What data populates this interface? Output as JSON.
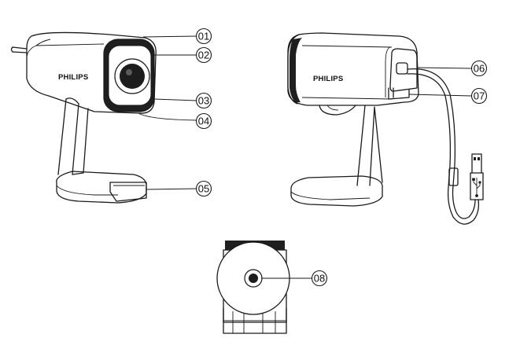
{
  "brand_text": "PHILIPS",
  "callouts": [
    {
      "id": "c01",
      "label": "01"
    },
    {
      "id": "c02",
      "label": "02"
    },
    {
      "id": "c03",
      "label": "03"
    },
    {
      "id": "c04",
      "label": "04"
    },
    {
      "id": "c05",
      "label": "05"
    },
    {
      "id": "c06",
      "label": "06"
    },
    {
      "id": "c07",
      "label": "07"
    },
    {
      "id": "c08",
      "label": "08"
    }
  ],
  "colors": {
    "line": "#1a1a1a",
    "background": "#ffffff"
  }
}
